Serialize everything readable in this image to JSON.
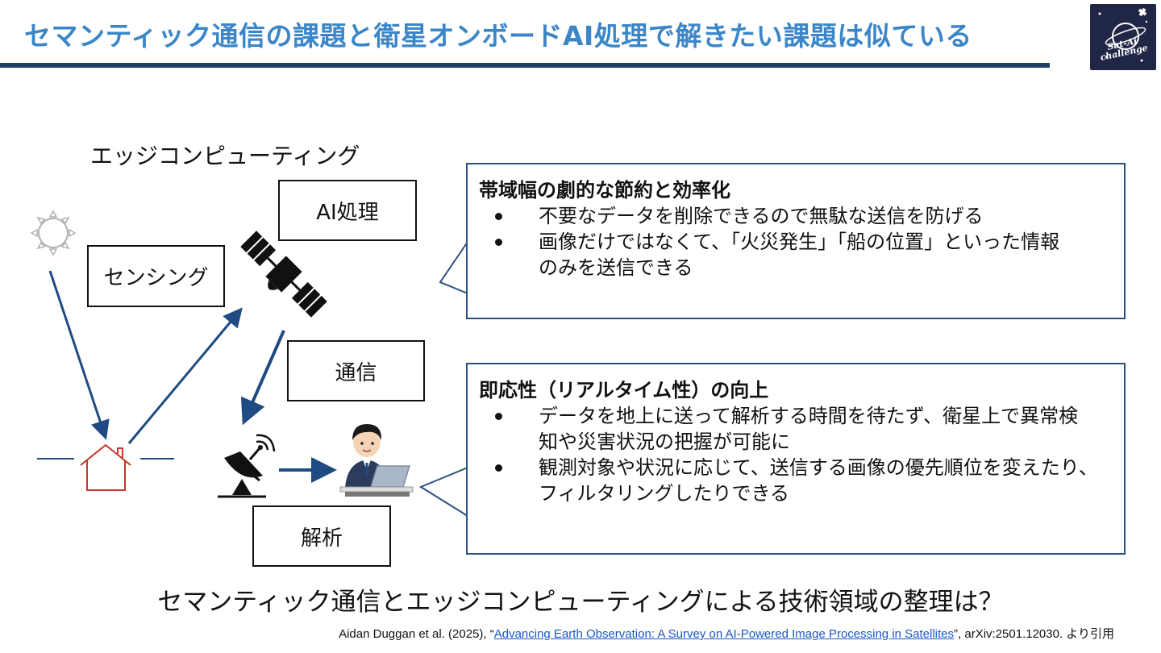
{
  "header": {
    "title": "セマンティック通信の課題と衛星オンボードAI処理で解きたい課題は似ている",
    "logo_text": "Sat-Ai challenge"
  },
  "diagram": {
    "edge_label": "エッジコンピューティング",
    "boxes": {
      "ai": "AI処理",
      "sensing": "センシング",
      "comm": "通信",
      "analysis": "解析"
    },
    "icons": [
      "sun-icon",
      "house-icon",
      "satellite-icon",
      "antenna-icon",
      "analyst-icon"
    ],
    "colors": {
      "arrow": "#1f4b82",
      "house": "#c0392b",
      "sun": "#b0b0b0"
    }
  },
  "callouts": [
    {
      "title": "帯域幅の劇的な節約と効率化",
      "items": [
        "不要なデータを削除できるので無駄な送信を防げる",
        "画像だけではなくて、「火災発生」「船の位置」といった情報のみを送信できる"
      ]
    },
    {
      "title": "即応性（リアルタイム性）の向上",
      "items": [
        "データを地上に送って解析する時間を待たず、衛星上で異常検知や災害状況の把握が可能に",
        "観測対象や状況に応じて、送信する画像の優先順位を変えたり、フィルタリングしたりできる"
      ]
    }
  ],
  "question": "セマンティック通信とエッジコンピューティングによる技術領域の整理は？",
  "citation": {
    "prefix": "Aidan Duggan et al. (2025), “",
    "link_text": "Advancing Earth Observation: A Survey on AI-Powered Image Processing in Satellites",
    "suffix": "”, arXiv:2501.12030. より引用"
  }
}
